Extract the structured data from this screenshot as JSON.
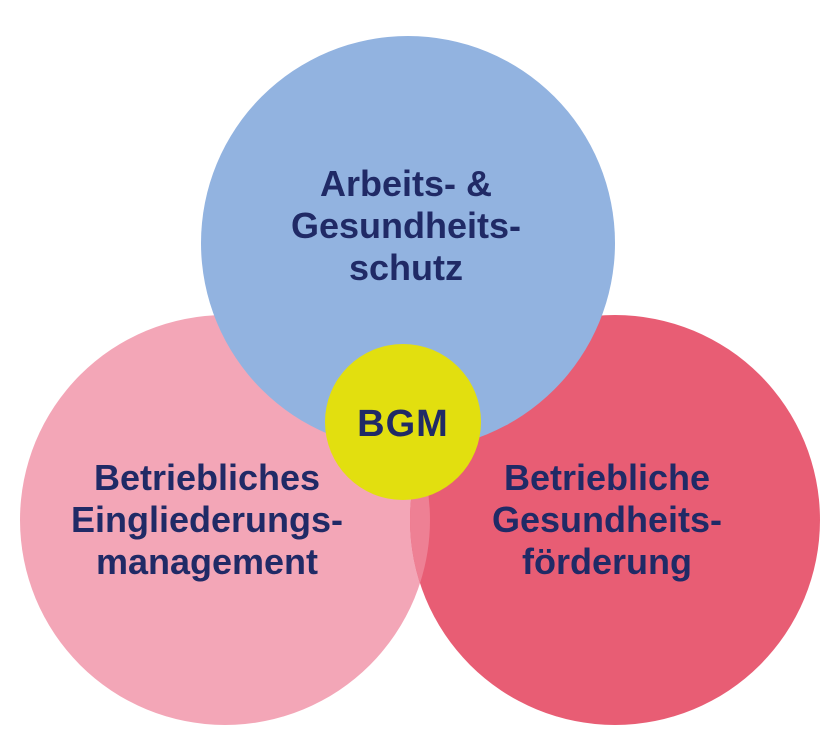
{
  "diagram": {
    "background_color": "#ffffff",
    "text_color": "#202a66",
    "overlap_color": "#ee8094",
    "circles": {
      "top": {
        "color": "#92b3e0",
        "lines": [
          "Arbeits- &",
          "Gesundheits-",
          "schutz"
        ]
      },
      "left": {
        "color": "#f3a6b7",
        "lines": [
          "Betriebliches",
          "Eingliederungs-",
          "management"
        ]
      },
      "right": {
        "color": "#e85d74",
        "lines": [
          "Betriebliche",
          "Gesundheits-",
          "förderung"
        ]
      },
      "center": {
        "color": "#e2df0f",
        "label": "BGM"
      }
    }
  }
}
